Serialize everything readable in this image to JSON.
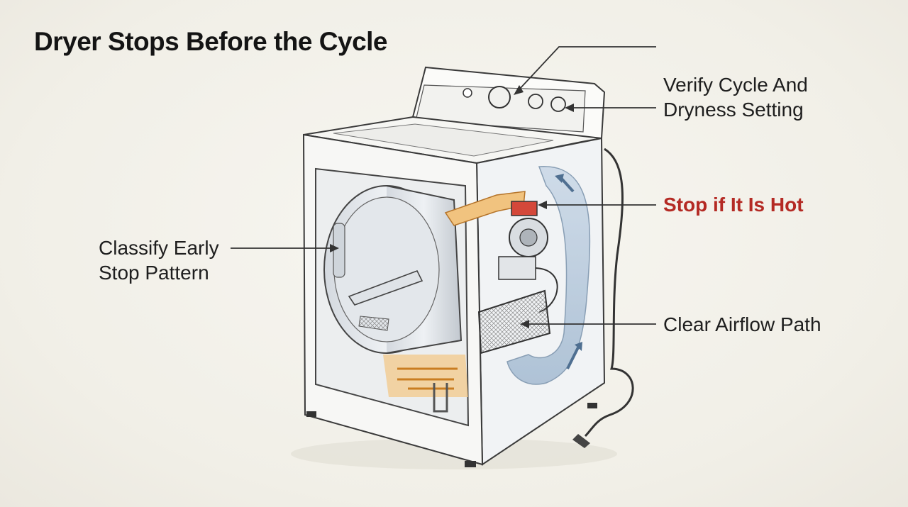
{
  "title": "Dryer Stops Before the Cycle",
  "callouts": {
    "verify_line1": "Verify Cycle And",
    "verify_line2": "Dryness Setting",
    "hot": "Stop if It Is Hot",
    "classify_line1": "Classify Early",
    "classify_line2": "Stop Pattern",
    "airflow": "Clear Airflow Path"
  },
  "colors": {
    "background": "#f3f1ea",
    "alert_text": "#b42a24",
    "heat_orange": "#e8a24a",
    "airflow_blue": "#7f9fc0",
    "outline": "#3a3a3a"
  },
  "icons": [
    "dryer-illustration",
    "power-cord",
    "thermal-fuse",
    "blower-motor",
    "lint-filter",
    "heating-element",
    "drum"
  ]
}
